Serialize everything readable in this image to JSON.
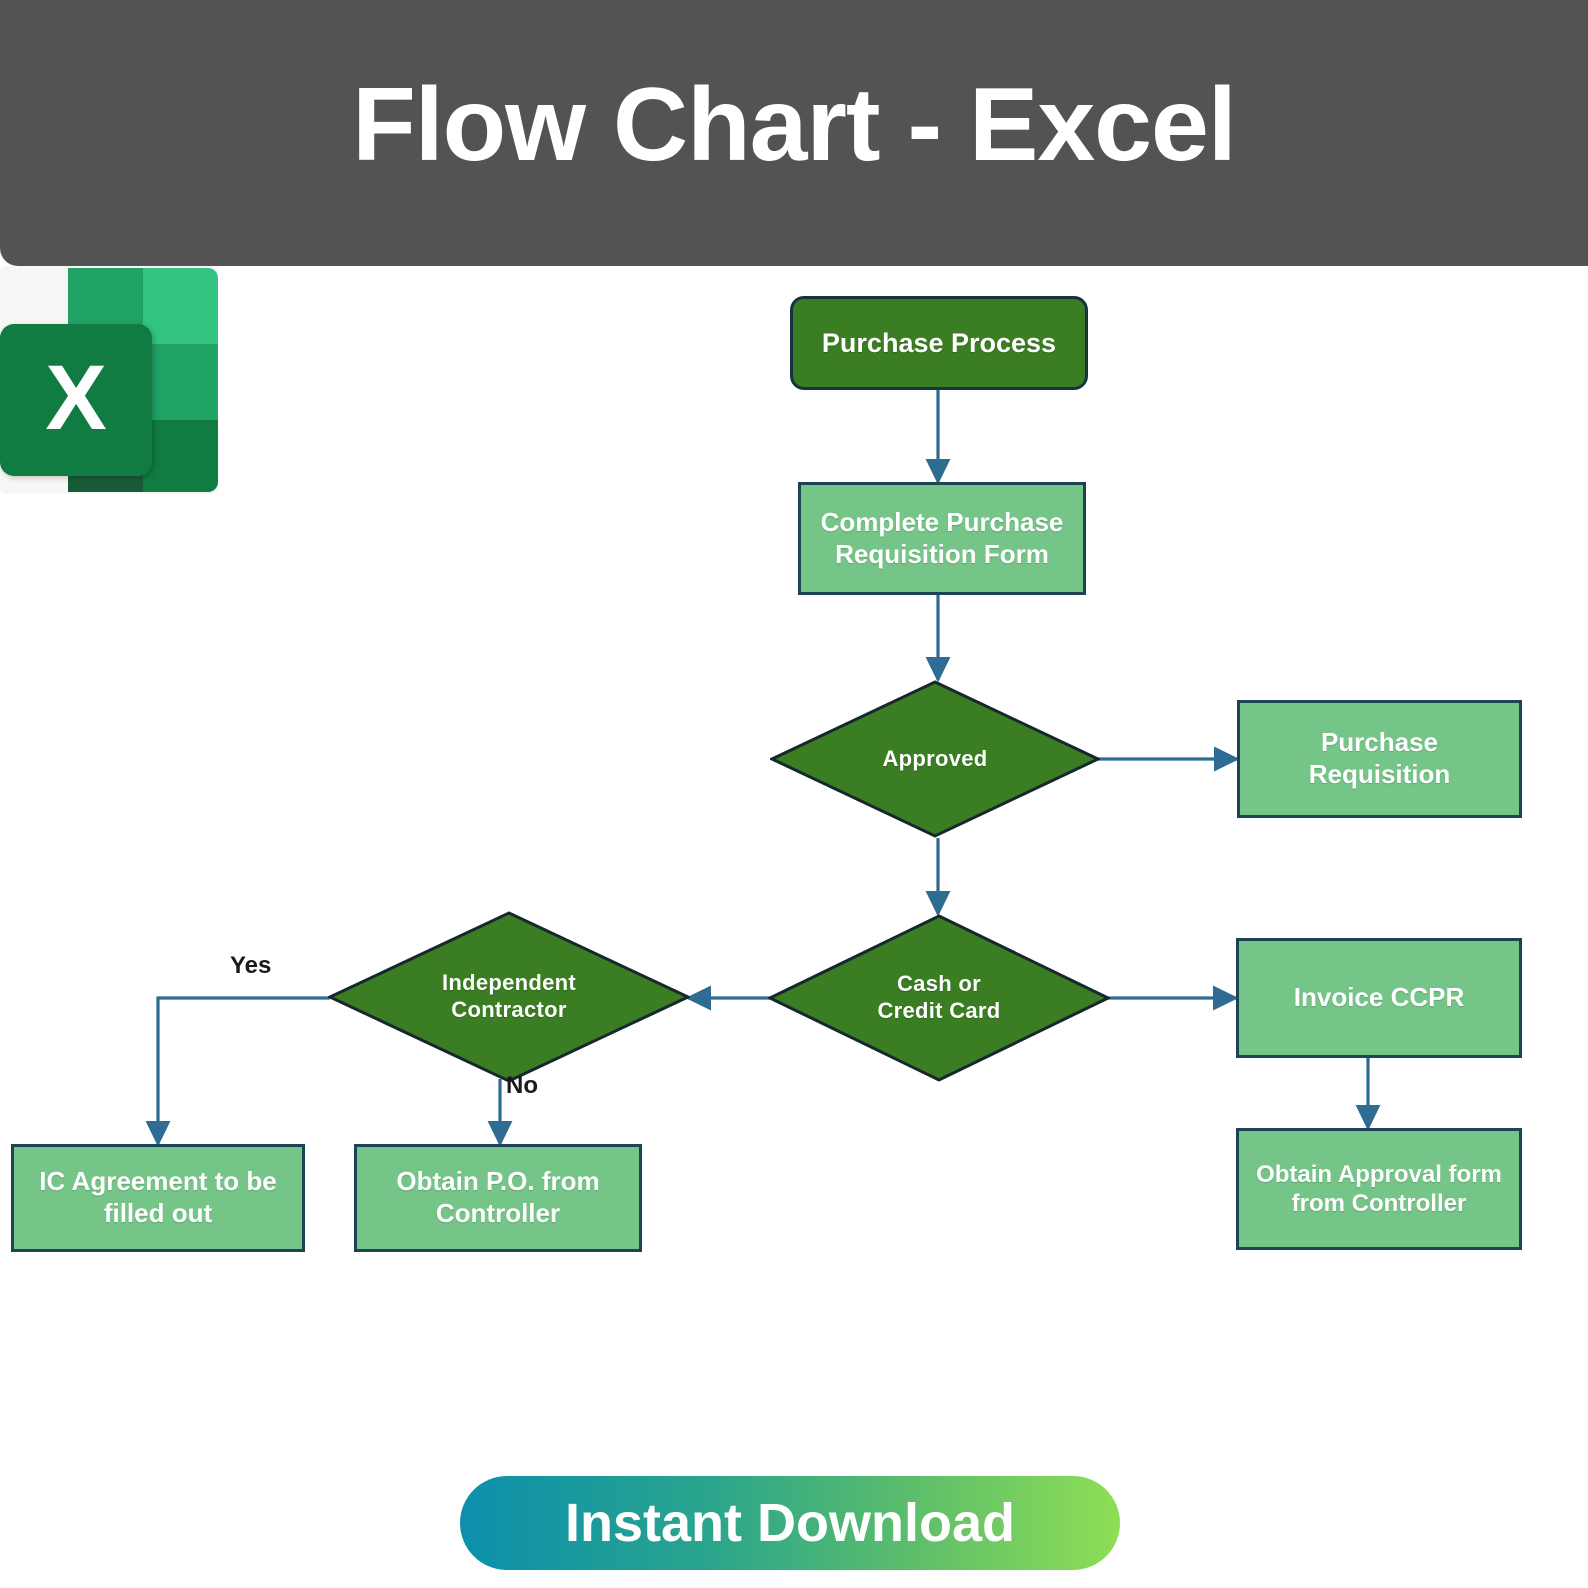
{
  "header": {
    "title": "Flow Chart - Excel",
    "background_color": "#535353",
    "text_color": "#ffffff"
  },
  "logo": {
    "name": "microsoft-excel-logo",
    "letter": "X",
    "colors": {
      "paper": "#f7f7f5",
      "tile": "#107c42",
      "grid_light": "#21a366",
      "grid_mid": "#107c42",
      "grid_dark": "#185c37",
      "grid_bright": "#33c481"
    }
  },
  "cta": {
    "label": "Instant Download",
    "gradient_start": "#0b8fad",
    "gradient_end": "#8ede56",
    "text_color": "#ffffff"
  },
  "chart_data": {
    "type": "diagram",
    "title": "Purchase Process Flow Chart",
    "colors": {
      "start_fill": "#3a7d22",
      "decision_fill": "#3a7d22",
      "process_fill": "#76c588",
      "node_border": "#1d4455",
      "connector": "#2e6c94",
      "node_text": "#ffffff",
      "edge_label_text": "#1a1a1a"
    },
    "nodes": [
      {
        "id": "n1",
        "label": "Purchase Process",
        "shape": "rounded-rect",
        "fill": "start"
      },
      {
        "id": "n2",
        "label": "Complete Purchase Requisition Form",
        "line1": "Complete Purchase",
        "line2": "Requisition Form",
        "shape": "rect",
        "fill": "process"
      },
      {
        "id": "n3",
        "label": "Approved",
        "shape": "diamond",
        "fill": "decision"
      },
      {
        "id": "n4",
        "label": "Purchase Requisition",
        "line1": "Purchase",
        "line2": "Requisition",
        "shape": "rect",
        "fill": "process"
      },
      {
        "id": "n5",
        "label": "Cash or Credit Card",
        "line1": "Cash  or",
        "line2": "Credit Card",
        "shape": "diamond",
        "fill": "decision"
      },
      {
        "id": "n6",
        "label": "Independent Contractor",
        "line1": "Independent",
        "line2": "Contractor",
        "shape": "diamond",
        "fill": "decision"
      },
      {
        "id": "n7",
        "label": "Invoice CCPR",
        "shape": "rect",
        "fill": "process"
      },
      {
        "id": "n8",
        "label": "IC Agreement to be filled out",
        "line1": "IC Agreement to be",
        "line2": "filled out",
        "shape": "rect",
        "fill": "process"
      },
      {
        "id": "n9",
        "label": "Obtain P.O. from Controller",
        "line1": "Obtain P.O. from",
        "line2": "Controller",
        "shape": "rect",
        "fill": "process"
      },
      {
        "id": "n10",
        "label": "Obtain Approval form from Controller",
        "line1": "Obtain Approval form",
        "line2": "from Controller",
        "shape": "rect",
        "fill": "process"
      }
    ],
    "edges": [
      {
        "from": "n1",
        "to": "n2",
        "label": ""
      },
      {
        "from": "n2",
        "to": "n3",
        "label": ""
      },
      {
        "from": "n3",
        "to": "n4",
        "label": ""
      },
      {
        "from": "n3",
        "to": "n5",
        "label": ""
      },
      {
        "from": "n5",
        "to": "n6",
        "label": ""
      },
      {
        "from": "n5",
        "to": "n7",
        "label": ""
      },
      {
        "from": "n6",
        "to": "n8",
        "label": "Yes"
      },
      {
        "from": "n6",
        "to": "n9",
        "label": "No"
      },
      {
        "from": "n7",
        "to": "n10",
        "label": ""
      }
    ],
    "edge_labels": {
      "yes": "Yes",
      "no": "No"
    }
  }
}
